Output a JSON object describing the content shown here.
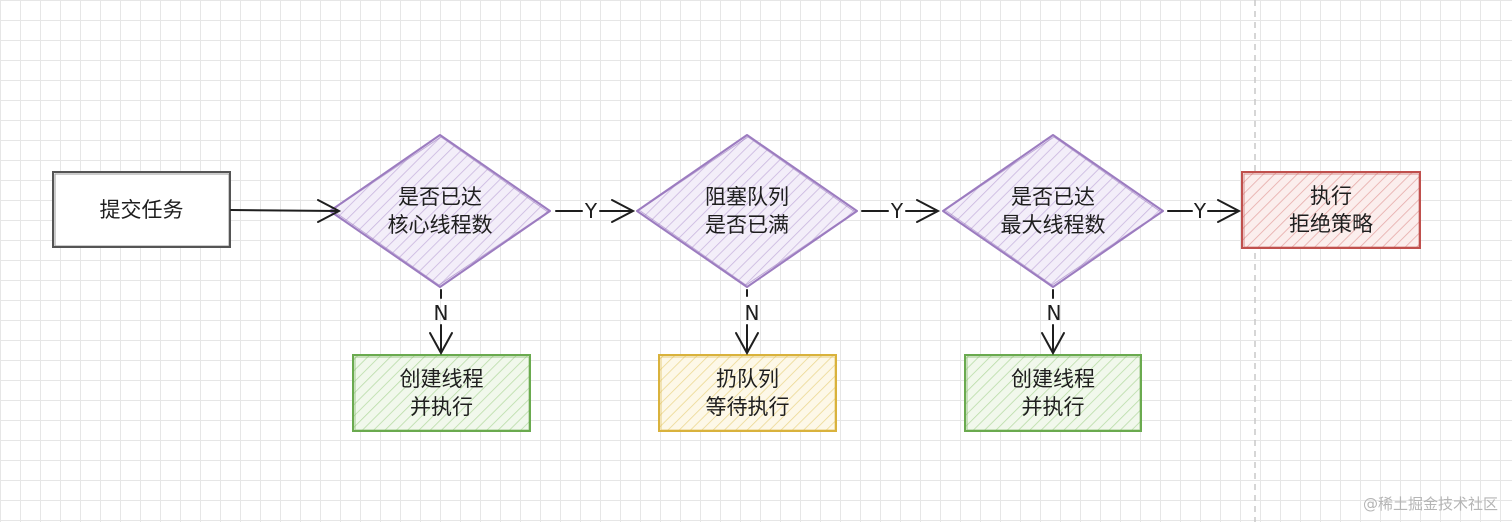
{
  "nodes": {
    "submit": {
      "label": "提交任务"
    },
    "decision_core": {
      "line1": "是否已达",
      "line2": "核心线程数"
    },
    "decision_queue": {
      "line1": "阻塞队列",
      "line2": "是否已满"
    },
    "decision_max": {
      "line1": "是否已达",
      "line2": "最大线程数"
    },
    "reject": {
      "line1": "执行",
      "line2": "拒绝策略"
    },
    "create_core": {
      "line1": "创建线程",
      "line2": "并执行"
    },
    "enqueue": {
      "line1": "扔队列",
      "line2": "等待执行"
    },
    "create_max": {
      "line1": "创建线程",
      "line2": "并执行"
    }
  },
  "edge_labels": {
    "yes": "Y",
    "no": "N"
  },
  "watermark": "@稀土掘金技术社区",
  "colors": {
    "gray": "#555555",
    "purple": "#9c7cc0",
    "purple_fill": "#ede5f6",
    "green": "#6aaa4f",
    "green_fill": "#e9f4e2",
    "yellow": "#d9b23c",
    "yellow_fill": "#fbf3d9",
    "red": "#c0504d",
    "red_fill": "#f8e1e0"
  }
}
